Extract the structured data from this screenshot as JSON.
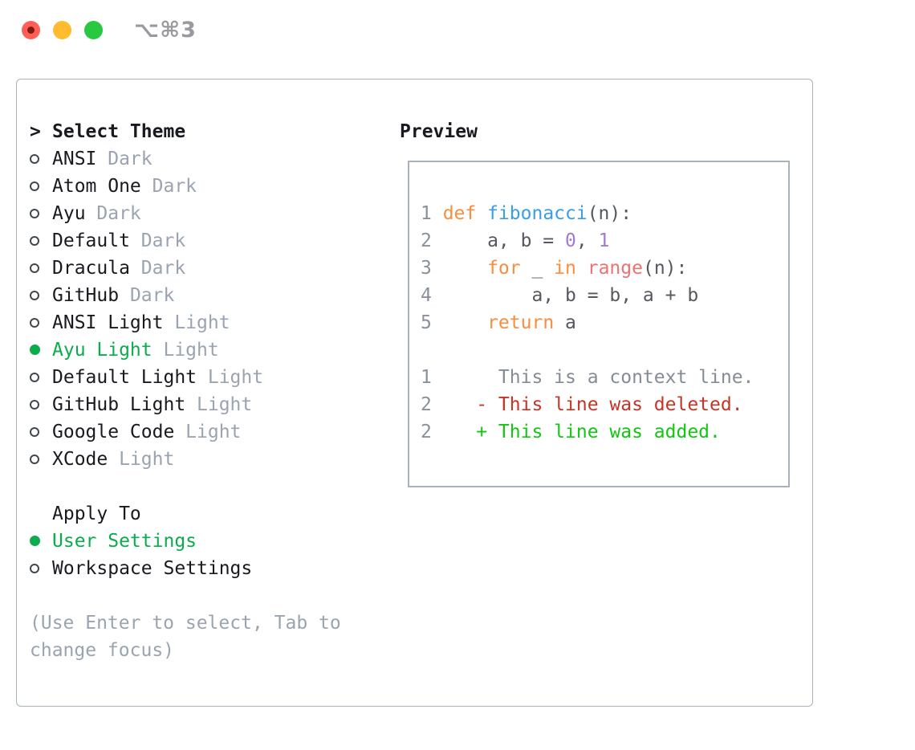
{
  "titlebar": {
    "title": "⌥⌘3"
  },
  "theme_list": {
    "cursor": ">",
    "header": "Select Theme",
    "items": [
      {
        "name": "ANSI",
        "tag": "Dark",
        "selected": false
      },
      {
        "name": "Atom One",
        "tag": "Dark",
        "selected": false
      },
      {
        "name": "Ayu",
        "tag": "Dark",
        "selected": false
      },
      {
        "name": "Default",
        "tag": "Dark",
        "selected": false
      },
      {
        "name": "Dracula",
        "tag": "Dark",
        "selected": false
      },
      {
        "name": "GitHub",
        "tag": "Dark",
        "selected": false
      },
      {
        "name": "ANSI Light",
        "tag": "Light",
        "selected": false
      },
      {
        "name": "Ayu Light",
        "tag": "Light",
        "selected": true
      },
      {
        "name": "Default Light",
        "tag": "Light",
        "selected": false
      },
      {
        "name": "GitHub Light",
        "tag": "Light",
        "selected": false
      },
      {
        "name": "Google Code",
        "tag": "Light",
        "selected": false
      },
      {
        "name": "XCode",
        "tag": "Light",
        "selected": false
      }
    ]
  },
  "apply_to": {
    "header": "Apply To",
    "options": [
      {
        "label": "User Settings",
        "selected": true
      },
      {
        "label": "Workspace Settings",
        "selected": false
      }
    ]
  },
  "hint": "(Use Enter to select, Tab to change focus)",
  "preview": {
    "header": "Preview",
    "code_lines": [
      {
        "num": "1",
        "segments": [
          [
            "keyword",
            "def "
          ],
          [
            "function",
            "fibonacci"
          ],
          [
            "plain",
            "(n):"
          ]
        ]
      },
      {
        "num": "2",
        "segments": [
          [
            "plain",
            "    a, b = "
          ],
          [
            "number",
            "0"
          ],
          [
            "plain",
            ", "
          ],
          [
            "number",
            "1"
          ]
        ]
      },
      {
        "num": "3",
        "segments": [
          [
            "plain",
            "    "
          ],
          [
            "keyword",
            "for"
          ],
          [
            "plain",
            " _ "
          ],
          [
            "keyword",
            "in"
          ],
          [
            "plain",
            " "
          ],
          [
            "builtin",
            "range"
          ],
          [
            "plain",
            "(n):"
          ]
        ]
      },
      {
        "num": "4",
        "segments": [
          [
            "plain",
            "        a, b = b, a + b"
          ]
        ]
      },
      {
        "num": "5",
        "segments": [
          [
            "plain",
            "    "
          ],
          [
            "keyword",
            "return"
          ],
          [
            "plain",
            " a"
          ]
        ]
      },
      {
        "num": "",
        "segments": []
      },
      {
        "num": "1",
        "segments": [
          [
            "context",
            "     This is a context line."
          ]
        ]
      },
      {
        "num": "2",
        "segments": [
          [
            "deleted",
            "   - This line was deleted."
          ]
        ]
      },
      {
        "num": "2",
        "segments": [
          [
            "added",
            "   + This line was added."
          ]
        ]
      }
    ]
  },
  "colors": {
    "accent": "#0aac4c",
    "keyword": "#fa8d3e",
    "function": "#399ee6",
    "number": "#a37acc",
    "builtin": "#f07171",
    "code-plain": "#55595f",
    "linenum": "#8a919c",
    "context": "#868c95",
    "deleted": "#c63425",
    "added": "#12c612",
    "panel-border": "#a9b1ba",
    "text": "#181a1f",
    "muted": "#9aa4b0",
    "light-red": "#ff5f57",
    "light-yellow": "#febc2e",
    "light-green": "#28c840",
    "title": "#9a999e"
  }
}
